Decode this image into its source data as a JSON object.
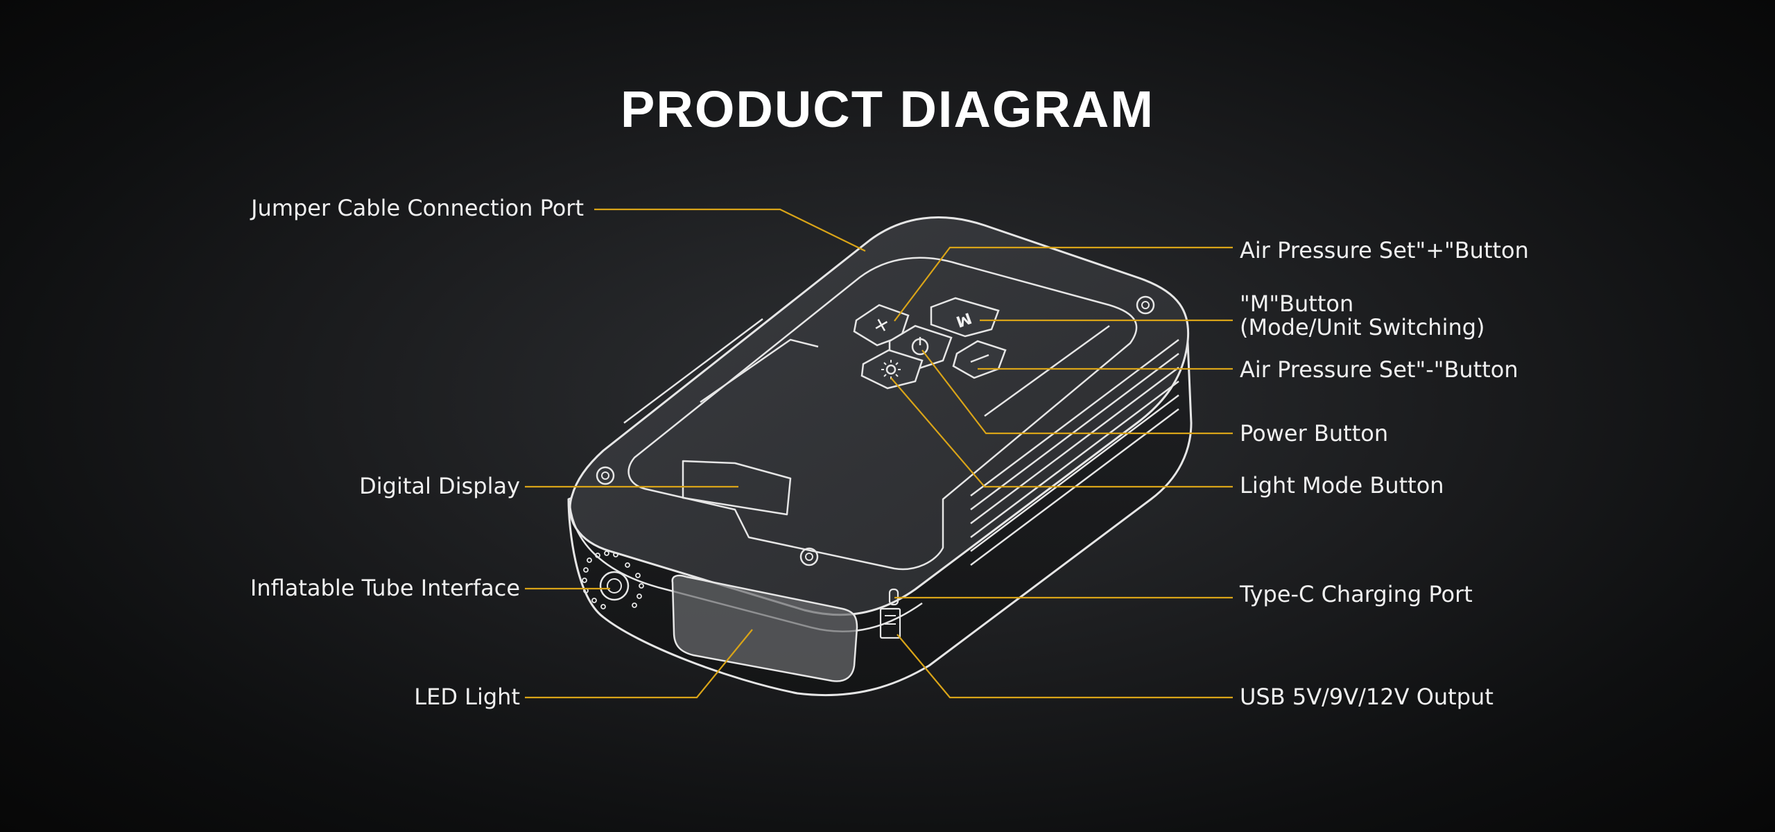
{
  "title": "PRODUCT DIAGRAM",
  "colors": {
    "leader": "#d9a418",
    "outline": "#e6e6e6",
    "background": "#111213"
  },
  "labels": {
    "jumper_port": "Jumper Cable Connection Port",
    "digital_display": "Digital Display",
    "inflatable_tube": "Inflatable Tube Interface",
    "led_light": "LED Light",
    "pressure_plus": "Air Pressure Set\"+\"Button",
    "m_button_line1": "\"M\"Button",
    "m_button_line2": "(Mode/Unit Switching)",
    "pressure_minus": "Air Pressure Set\"-\"Button",
    "power_button": "Power Button",
    "light_mode": "Light Mode Button",
    "typec_port": "Type-C Charging Port",
    "usb_output": "USB 5V/9V/12V Output"
  },
  "icons": {
    "plus": "+",
    "m": "M",
    "power": "power-icon",
    "minus": "−",
    "light": "sun-icon"
  }
}
